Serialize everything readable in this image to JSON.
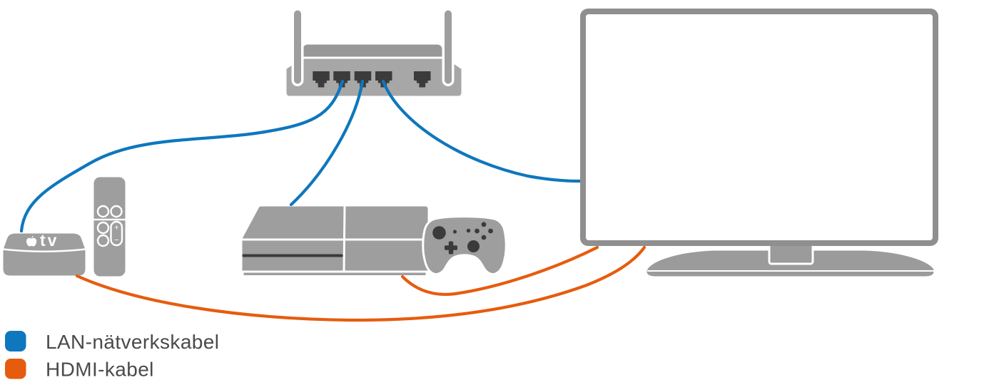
{
  "colors": {
    "lan_cable": "#0E77BD",
    "hdmi_cable": "#E65C0E",
    "text": "#4A4A4A"
  },
  "legend": {
    "items": [
      {
        "id": "lan",
        "label": "LAN-nätverkskabel",
        "color": "#0E77BD"
      },
      {
        "id": "hdmi",
        "label": "HDMI-kabel",
        "color": "#E65C0E"
      }
    ]
  },
  "apple_tv": {
    "logo_text": "tv"
  },
  "remote": {
    "volume_plus": "+",
    "volume_minus": "−"
  },
  "devices": [
    {
      "id": "wifi-router",
      "icon": "router-icon"
    },
    {
      "id": "apple-tv",
      "icon": "apple-tv-box-icon"
    },
    {
      "id": "siri-remote",
      "icon": "remote-icon"
    },
    {
      "id": "game-console",
      "icon": "game-console-icon"
    },
    {
      "id": "game-controller",
      "icon": "gamepad-icon"
    },
    {
      "id": "tv",
      "icon": "tv-icon"
    }
  ],
  "connections": [
    {
      "from": "wifi-router",
      "to": "apple-tv",
      "type": "LAN-nätverkskabel"
    },
    {
      "from": "wifi-router",
      "to": "game-console",
      "type": "LAN-nätverkskabel"
    },
    {
      "from": "wifi-router",
      "to": "tv",
      "type": "LAN-nätverkskabel"
    },
    {
      "from": "apple-tv",
      "to": "tv",
      "type": "HDMI-kabel"
    },
    {
      "from": "game-console",
      "to": "tv",
      "type": "HDMI-kabel"
    }
  ]
}
